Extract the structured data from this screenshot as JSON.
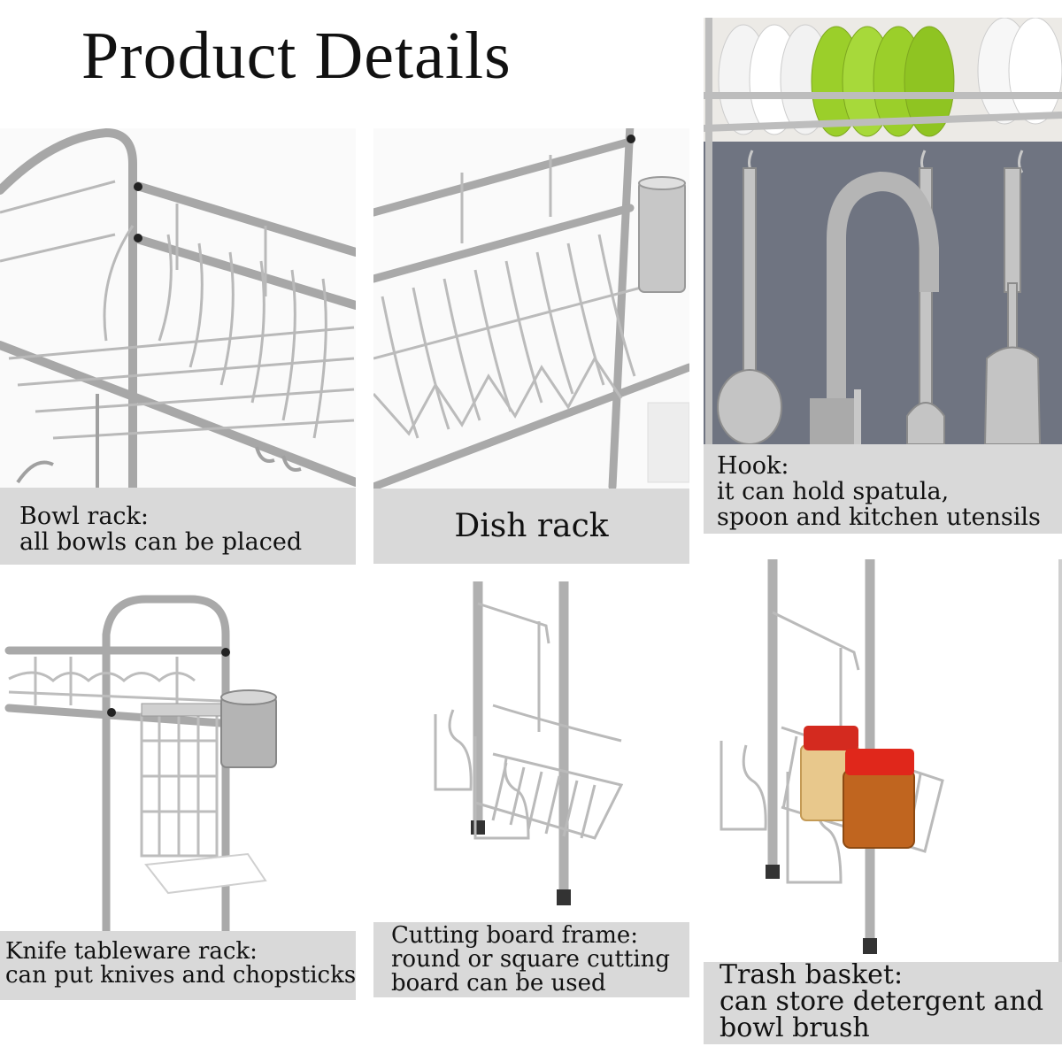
{
  "page": {
    "title": "Product Details"
  },
  "panels": {
    "bowl_rack": {
      "icon": "bowl-rack-photo",
      "caption_line1": "Bowl rack:",
      "caption_line2": "all bowls can be placed"
    },
    "dish_rack": {
      "icon": "dish-rack-photo",
      "caption_line1": "Dish rack"
    },
    "hook": {
      "icon": "hook-photo",
      "caption_line1": "Hook:",
      "caption_line2": "it can hold spatula,",
      "caption_line3": "spoon and kitchen utensils"
    },
    "knife_rack": {
      "icon": "knife-rack-photo",
      "caption_line1": "Knife tableware rack:",
      "caption_line2": "can put knives and chopsticks"
    },
    "cutting_board": {
      "icon": "cutting-board-frame-photo",
      "caption_line1": "Cutting board frame:",
      "caption_line2": "round or square cutting",
      "caption_line3": "board can be used"
    },
    "trash_basket": {
      "icon": "trash-basket-photo",
      "caption_line1": "Trash basket:",
      "caption_line2": "can store detergent and",
      "caption_line3": "bowl brush"
    }
  },
  "colors": {
    "caption_bg": "#d9d9d9",
    "steel": "#a9a9a9",
    "backsplash": "#6f7481",
    "jar_lid": "#d42a1f",
    "green_bowl": "#9bcf2a"
  }
}
